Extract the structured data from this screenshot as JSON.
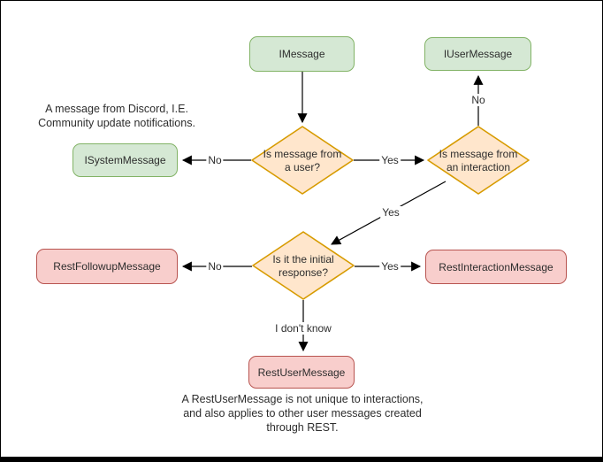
{
  "colors": {
    "green_fill": "#d5e8d4",
    "green_stroke": "#82b366",
    "orange_fill": "#ffe6cc",
    "orange_stroke": "#d79b00",
    "red_fill": "#f8cecc",
    "red_stroke": "#b85450",
    "edge": "#000000",
    "text": "#2d2d2d",
    "background": "#ffffff"
  },
  "nodes": {
    "imessage": "IMessage",
    "iusermessage": "IUserMessage",
    "isystemmessage": "ISystemMessage",
    "restfollowup": "RestFollowupMessage",
    "restinteraction": "RestInteractionMessage",
    "restuser": "RestUserMessage"
  },
  "decisions": {
    "from_user": {
      "lines": [
        "Is message from",
        "a user?"
      ]
    },
    "from_interaction": {
      "lines": [
        "Is message from",
        "an interaction"
      ]
    },
    "initial_response": {
      "lines": [
        "Is it the initial",
        "response?"
      ]
    }
  },
  "edge_labels": {
    "user_no": "No",
    "user_yes": "Yes",
    "interaction_no": "No",
    "interaction_yes": "Yes",
    "initial_no": "No",
    "initial_yes": "Yes",
    "initial_idk": "I don't know"
  },
  "notes": {
    "system_note": {
      "lines": [
        "A message from Discord, I.E.",
        "Community update notifications."
      ]
    },
    "restuser_note": {
      "lines": [
        "A RestUserMessage is not unique to interactions,",
        "and also applies to other user messages created",
        "through REST."
      ]
    }
  }
}
